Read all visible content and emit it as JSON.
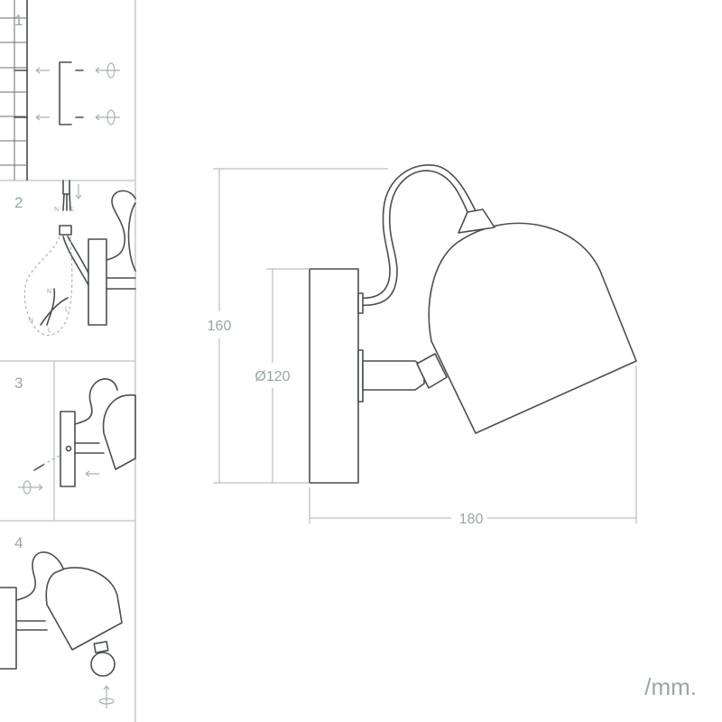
{
  "steps": [
    {
      "number": "1"
    },
    {
      "number": "2",
      "wire_labels": [
        "N",
        "L"
      ],
      "splice_labels": [
        "N",
        "L",
        "N",
        "L"
      ]
    },
    {
      "number": "3"
    },
    {
      "number": "4"
    }
  ],
  "dimensions": {
    "height": "160",
    "diameter": "Ø120",
    "width": "180"
  },
  "unit_label": "/mm.",
  "colors": {
    "line": "#4a4f4f",
    "dimension": "#9aa6a4"
  }
}
